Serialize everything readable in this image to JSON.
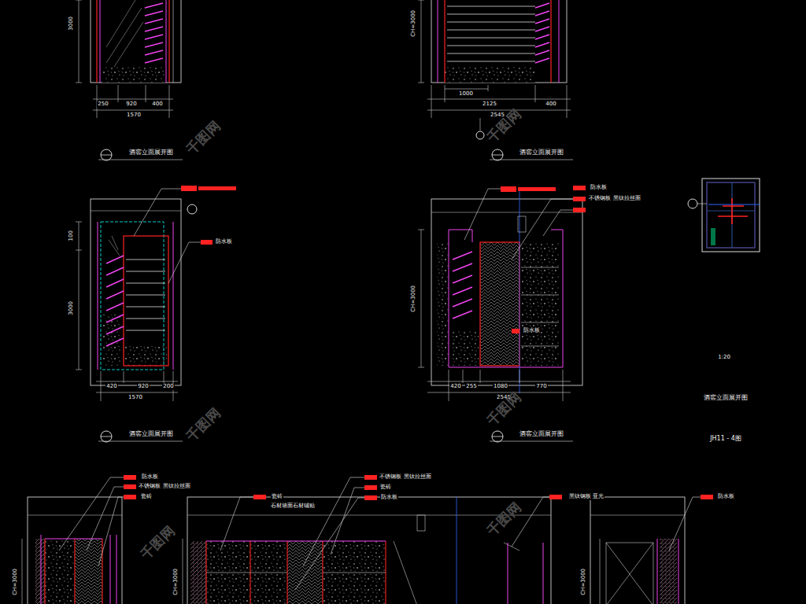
{
  "diagram": {
    "labels": [
      "3000",
      "250",
      "920",
      "400",
      "1570",
      "CH=3000",
      "1000",
      "2125",
      "400",
      "2545",
      "酒窖立面展开图",
      "酒窖立面展开图",
      "100",
      "3000",
      "防水板",
      "420",
      "920",
      "200",
      "1570",
      "CH=3000",
      "防水板",
      "不锈钢板 黑钛拉丝面",
      "防水板",
      "420",
      "255",
      "1080",
      "770",
      "2545",
      "酒窖立面展开图",
      "酒窖立面展开图",
      "1:20",
      "酒窖立面展开图",
      "JH11 - 4图",
      "防水板",
      "不锈钢板 黑钛拉丝面",
      "瓷砖",
      "不锈钢板 黑钛拉丝面",
      "瓷砖",
      "防水板",
      "瓷砖",
      "石材墙面石材铺贴",
      "黑钛钢板 亚光",
      "防水板",
      "CH=3000",
      "CH=3000",
      "CH=3000",
      "千图网",
      "千图网",
      "千图网",
      "千图网",
      "千图网",
      "千图网"
    ]
  }
}
